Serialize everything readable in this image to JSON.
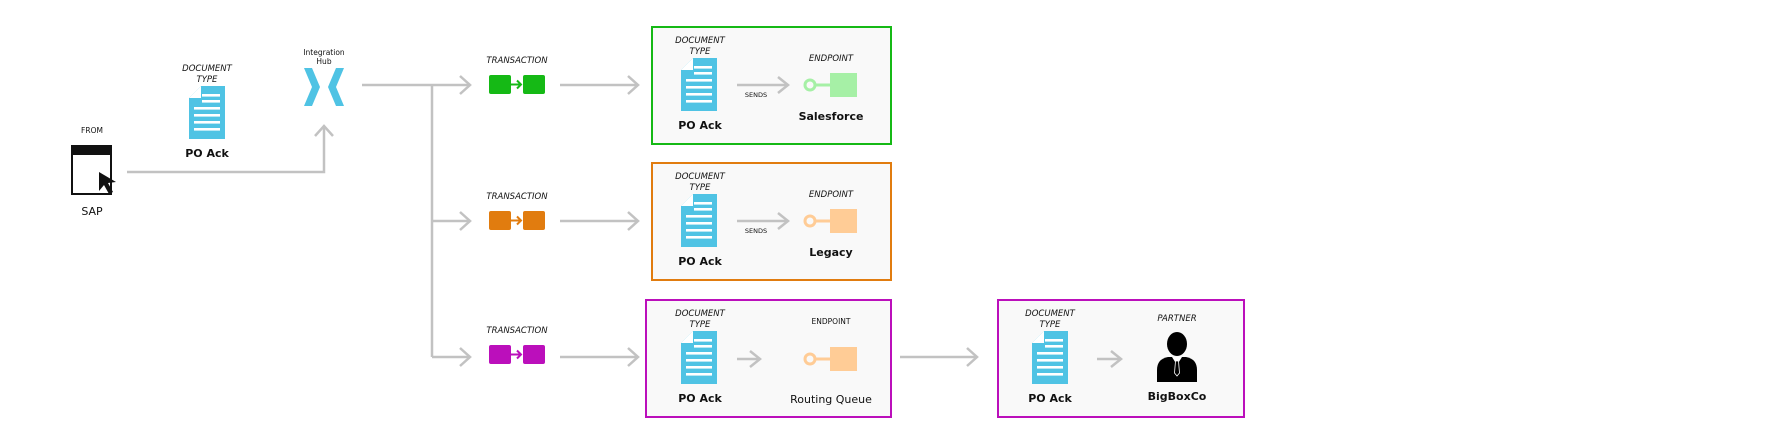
{
  "colors": {
    "line": "#c2c2c2",
    "doc": "#4fc3e4",
    "green": "#15b915",
    "green_light": "#a6f0a6",
    "orange": "#e17c0f",
    "orange_light": "#ffcc96",
    "magenta": "#bb0fbb",
    "box_fill": "#f9f9f9"
  },
  "source": {
    "label": "FROM",
    "name": "SAP"
  },
  "source_doc": {
    "label_line1": "DOCUMENT",
    "label_line2": "TYPE",
    "name": "PO Ack"
  },
  "hub": {
    "label_line1": "Integration",
    "label_line2": "Hub"
  },
  "rows": [
    {
      "transaction_label": "TRANSACTION",
      "doc_label_line1": "DOCUMENT",
      "doc_label_line2": "TYPE",
      "doc_name": "PO Ack",
      "arrow_label": "SENDS",
      "endpoint_label": "ENDPOINT",
      "endpoint_name": "Salesforce"
    },
    {
      "transaction_label": "TRANSACTION",
      "doc_label_line1": "DOCUMENT",
      "doc_label_line2": "TYPE",
      "doc_name": "PO Ack",
      "arrow_label": "SENDS",
      "endpoint_label": "ENDPOINT",
      "endpoint_name": "Legacy"
    },
    {
      "transaction_label": "TRANSACTION",
      "doc_label_line1": "DOCUMENT",
      "doc_label_line2": "TYPE",
      "doc_name": "PO Ack",
      "endpoint_label": "ENDPOINT",
      "endpoint_name": "Routing Queue"
    }
  ],
  "partner_box": {
    "doc_label_line1": "DOCUMENT",
    "doc_label_line2": "TYPE",
    "doc_name": "PO Ack",
    "partner_label": "PARTNER",
    "partner_name": "BigBoxCo"
  }
}
